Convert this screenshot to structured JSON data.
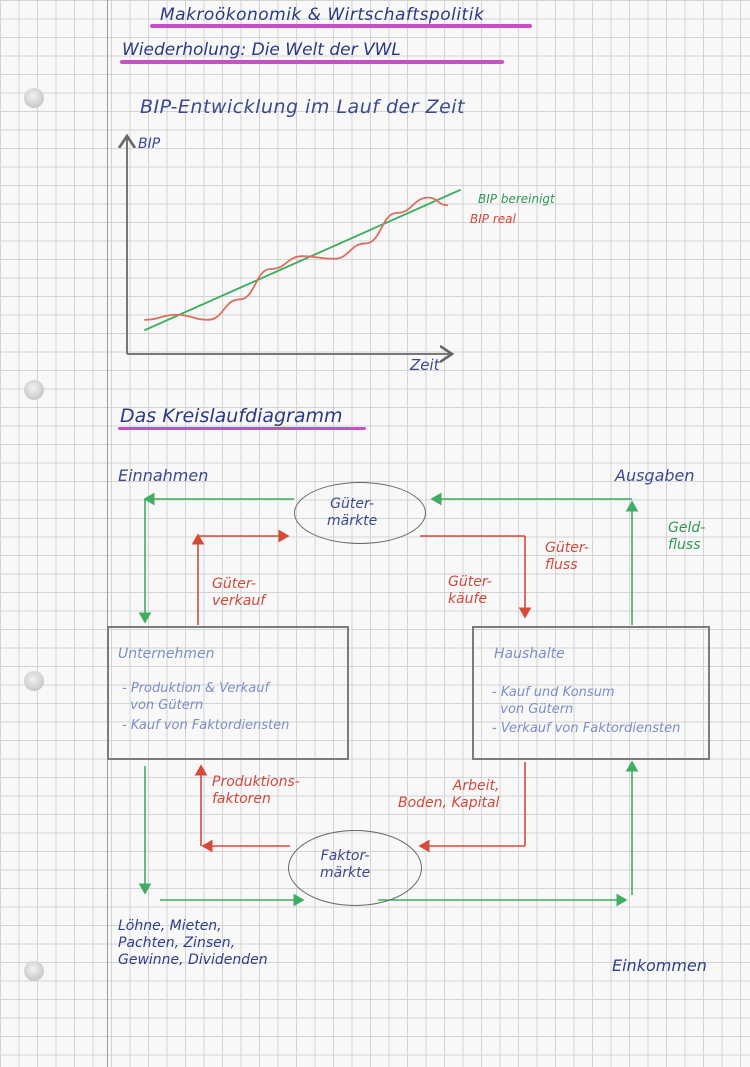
{
  "header": {
    "course_title": "Makroökonomik & Wirtschaftspolitik",
    "section_title": "Wiederholung: Die Welt der VWL"
  },
  "chart_section": {
    "heading": "BIP-Entwicklung im Lauf der Zeit",
    "chart_data": {
      "type": "line",
      "title": "BIP-Entwicklung im Lauf der Zeit",
      "xlabel": "Zeit",
      "ylabel": "BIP",
      "grid": false,
      "legend": "right",
      "series": [
        {
          "name": "BIP bereinigt",
          "color": "#3fae62",
          "x": [
            0,
            1,
            2,
            3,
            4,
            5,
            6,
            7,
            8,
            9,
            10
          ],
          "y": [
            1.0,
            1.55,
            2.1,
            2.65,
            3.2,
            3.75,
            4.3,
            4.85,
            5.4,
            5.95,
            6.5
          ]
        },
        {
          "name": "BIP real",
          "color": "#d9705e",
          "x": [
            0,
            1,
            2,
            3,
            4,
            5,
            6,
            7,
            8,
            9,
            9.6
          ],
          "y": [
            1.4,
            1.6,
            1.4,
            2.2,
            3.4,
            3.9,
            3.8,
            4.4,
            5.6,
            6.2,
            5.9
          ]
        }
      ]
    }
  },
  "diagram_section": {
    "heading": "Das Kreislaufdiagramm",
    "labels": {
      "einnahmen": "Einnahmen",
      "ausgaben": "Ausgaben",
      "gueter_maerkte": "Güter-\nmärkte",
      "faktor_maerkte": "Faktor-\nmärkte",
      "geldfluss": "Geld-\nfluss",
      "gueterfluss": "Güter-\nfluss",
      "gueter_verkauf": "Güter-\nverkauf",
      "gueter_kauf": "Güter-\nkäufe",
      "produktionsfaktoren": "Produktions-\nfaktoren",
      "arbeit_boden_kapital": "Arbeit,\nBoden, Kapital",
      "loehne": "Löhne, Mieten,\nPachten, Zinsen,\nGewinne, Dividenden",
      "einkommen": "Einkommen"
    },
    "unternehmen": {
      "title": "Unternehmen",
      "items": [
        "- Produktion & Verkauf\n  von Gütern",
        "- Kauf von Faktordiensten"
      ]
    },
    "haushalte": {
      "title": "Haushalte",
      "items": [
        "- Kauf und Konsum\n  von Gütern",
        "- Verkauf von Faktordiensten"
      ]
    },
    "colors": {
      "money_flow": "#3fae62",
      "goods_flow": "#d64a3b"
    }
  }
}
